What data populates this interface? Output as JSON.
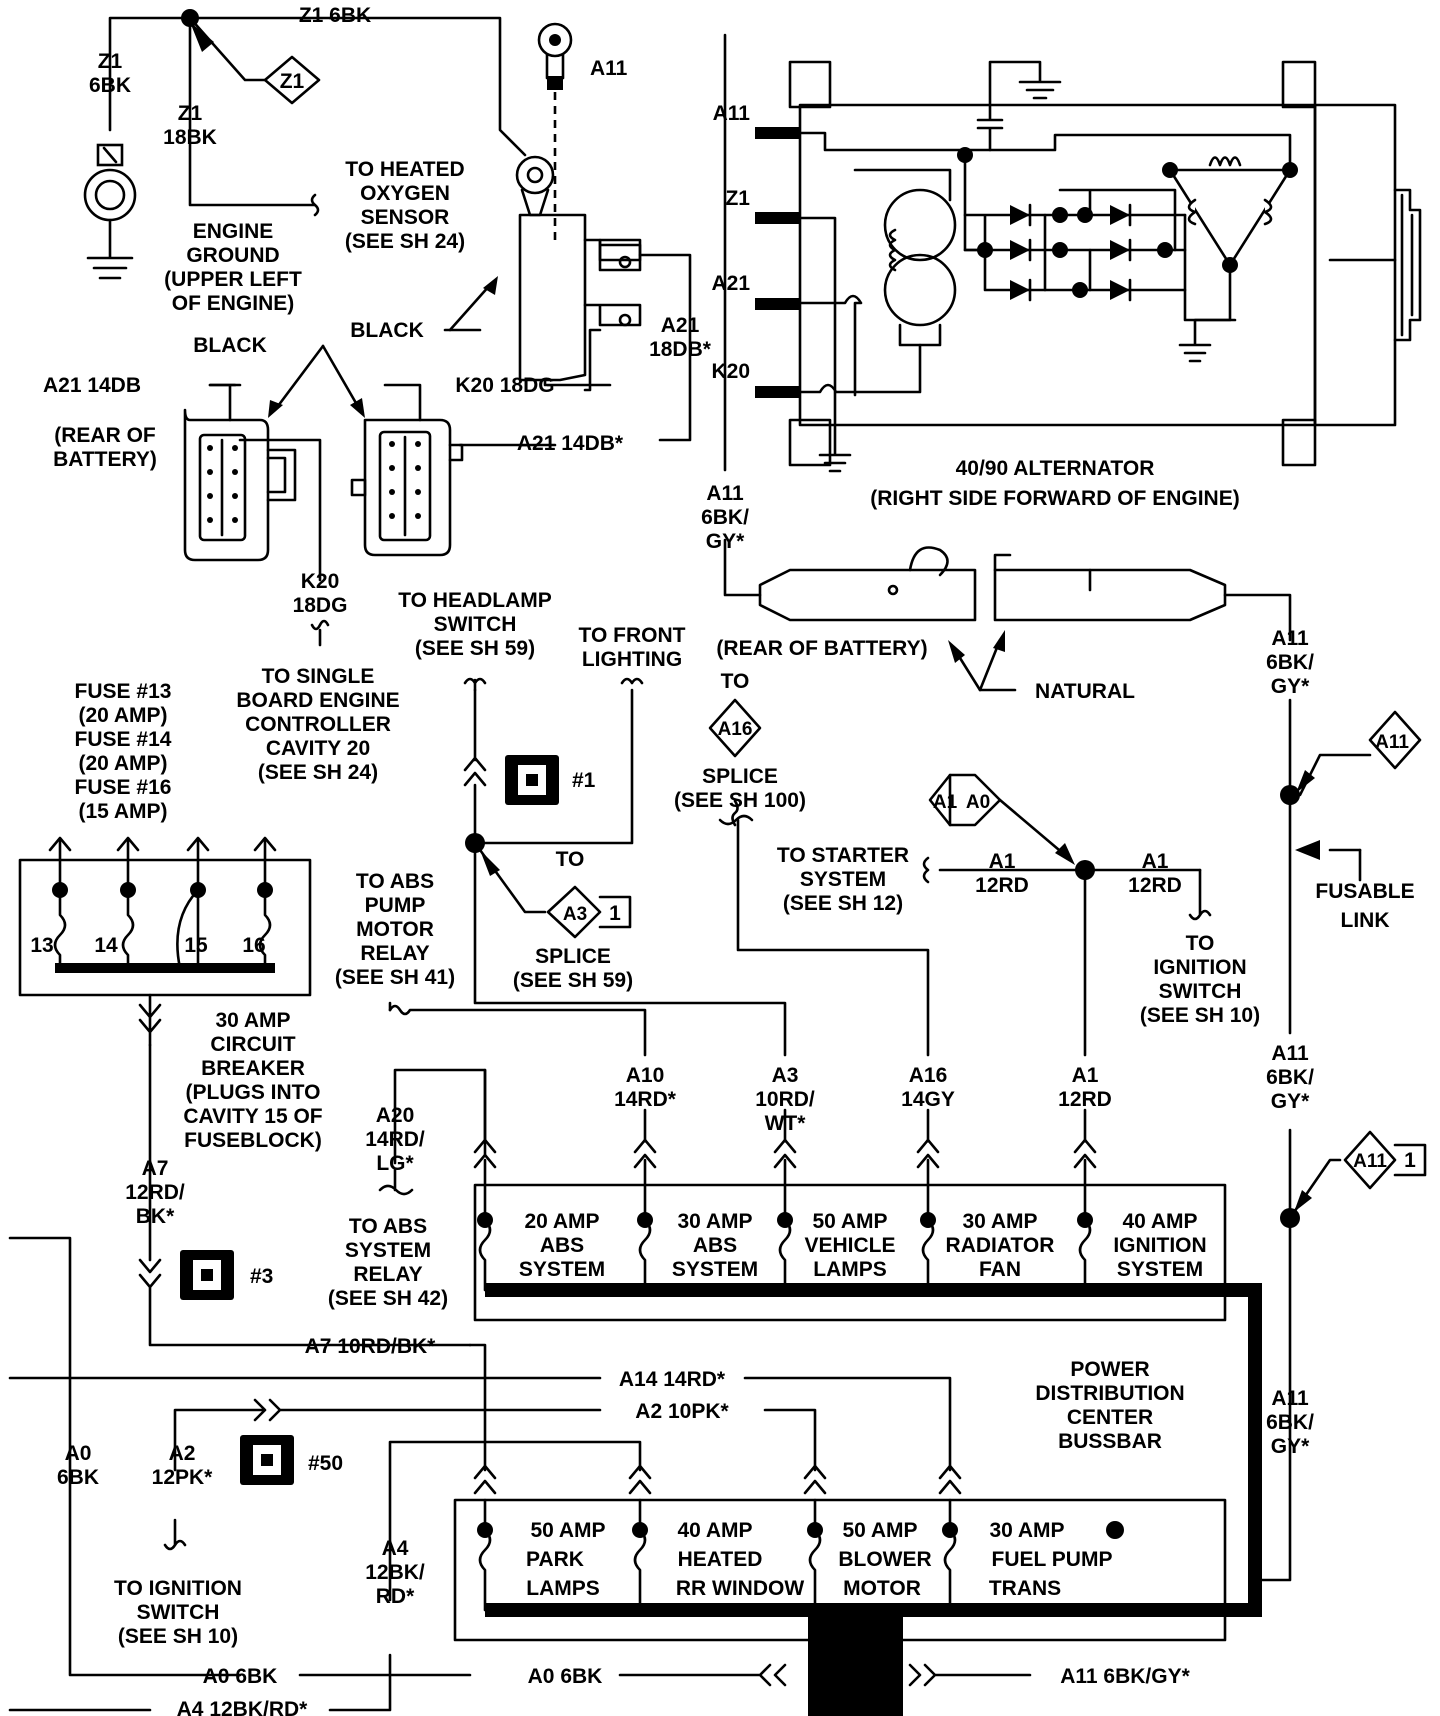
{
  "top": {
    "z1_6bk_top": "Z1 6BK",
    "z1_left": [
      "Z1",
      "6BK"
    ],
    "z1_18bk": [
      "Z1",
      "18BK"
    ],
    "z1_tag": "Z1",
    "engine_ground": [
      "ENGINE",
      "GROUND",
      "(UPPER LEFT",
      "OF ENGINE)"
    ],
    "to_heated_o2": [
      "TO HEATED",
      "OXYGEN",
      "SENSOR",
      "(SEE SH 24)"
    ],
    "a11_top": "A11",
    "black_1": "BLACK",
    "black_2": "BLACK",
    "k20_18dg_top": "K20 18DG",
    "a21_18db": [
      "A21",
      "18DB*"
    ],
    "a21_14db_left": "A21 14DB",
    "a21_14db_right": "A21 14DB*",
    "rear_of_battery": [
      "(REAR OF",
      "BATTERY)"
    ],
    "k20_18dg": [
      "K20",
      "18DG"
    ],
    "to_sbec": [
      "TO SINGLE",
      "BOARD ENGINE",
      "CONTROLLER",
      "CAVITY 20",
      "(SEE SH 24)"
    ]
  },
  "alternator": {
    "pins": [
      "A11",
      "Z1",
      "A21",
      "K20"
    ],
    "title": [
      "40/90 ALTERNATOR",
      "(RIGHT SIDE FORWARD OF ENGINE)"
    ]
  },
  "middle": {
    "a11_6bk_gy_1": [
      "A11",
      "6BK/",
      "GY*"
    ],
    "rear_of_battery_conn": "(REAR OF BATTERY)",
    "natural": "NATURAL",
    "a11_6bk_gy_2": [
      "A11",
      "6BK/",
      "GY*"
    ],
    "to_headlamp": [
      "TO HEADLAMP",
      "SWITCH",
      "(SEE SH 59)"
    ],
    "to_front_lighting": [
      "TO FRONT",
      "LIGHTING"
    ],
    "to_a16": "TO",
    "a16_tag": "A16",
    "splice_100": [
      "SPLICE",
      "(SEE SH 100)"
    ],
    "conn_1": "#1",
    "to_splice": "TO",
    "a3_tag": "A3",
    "a3_num": "1",
    "splice_59": [
      "SPLICE",
      "(SEE SH 59)"
    ],
    "a1_tag": "A1",
    "a0_tag": "A0",
    "to_starter": [
      "TO STARTER",
      "SYSTEM",
      "(SEE SH 12)"
    ],
    "a1_12rd_left": [
      "A1",
      "12RD"
    ],
    "a1_12rd_right": [
      "A1",
      "12RD"
    ],
    "to_ignition_10": [
      "TO",
      "IGNITION",
      "SWITCH",
      "(SEE SH 10)"
    ],
    "a11_tag_1": "A11",
    "fusable_link": [
      "FUSABLE",
      "LINK"
    ],
    "fuses_title": [
      "FUSE #13",
      "(20 AMP)",
      "FUSE #14",
      "(20 AMP)",
      "FUSE #16",
      "(15 AMP)"
    ],
    "fuse_nums": [
      "13",
      "14",
      "15",
      "16"
    ],
    "to_abs_pump": [
      "TO ABS",
      "PUMP",
      "MOTOR",
      "RELAY",
      "(SEE SH 41)"
    ],
    "breaker": [
      "30 AMP",
      "CIRCUIT",
      "BREAKER",
      "(PLUGS INTO",
      "CAVITY 15 OF",
      "FUSEBLOCK)"
    ],
    "a10": [
      "A10",
      "14RD*"
    ],
    "a3": [
      "A3",
      "10RD/",
      "WT*"
    ],
    "a16": [
      "A16",
      "14GY"
    ],
    "a1": [
      "A1",
      "12RD"
    ],
    "a11_6bk_gy_3": [
      "A11",
      "6BK/",
      "GY*"
    ],
    "a20": [
      "A20",
      "14RD/",
      "LG*"
    ],
    "to_abs_system": [
      "TO ABS",
      "SYSTEM",
      "RELAY",
      "(SEE SH 42)"
    ],
    "a7": [
      "A7",
      "12RD/",
      "BK*"
    ],
    "conn_3": "#3",
    "a11_tag_2": "A11",
    "a11_num_2": "1"
  },
  "upper_fuses": [
    [
      "20 AMP",
      "ABS",
      "SYSTEM"
    ],
    [
      "30 AMP",
      "ABS",
      "SYSTEM"
    ],
    [
      "50 AMP",
      "VEHICLE",
      "LAMPS"
    ],
    [
      "30 AMP",
      "RADIATOR",
      "FAN"
    ],
    [
      "40 AMP",
      "IGNITION",
      "SYSTEM"
    ]
  ],
  "lower": {
    "a7_10rd_bk": "A7 10RD/BK*",
    "a14_14rd": "A14 14RD*",
    "a2_10pk": "A2 10PK*",
    "pdc": [
      "POWER",
      "DISTRIBUTION",
      "CENTER",
      "BUSSBAR"
    ],
    "a0_6bk_vert": [
      "A0",
      "6BK"
    ],
    "a2_12pk": [
      "A2",
      "12PK*"
    ],
    "conn_50": "#50",
    "a11_6bk_gy_4": [
      "A11",
      "6BK/",
      "GY*"
    ],
    "a4": [
      "A4",
      "12BK/",
      "RD*"
    ],
    "to_ignition": [
      "TO IGNITION",
      "SWITCH",
      "(SEE SH 10)"
    ],
    "a0_6bk_1": "A0 6BK",
    "a0_6bk_2": "A0 6BK",
    "a11_6bk_gy_bottom": "A11 6BK/GY*",
    "a4_bottom": "A4 12BK/RD*"
  },
  "lower_fuses": [
    [
      "50 AMP",
      "PARK",
      "LAMPS"
    ],
    [
      "40 AMP",
      "HEATED",
      "RR WINDOW"
    ],
    [
      "50 AMP",
      "BLOWER",
      "MOTOR"
    ],
    [
      "30 AMP",
      "FUEL PUMP",
      "TRANS"
    ]
  ]
}
